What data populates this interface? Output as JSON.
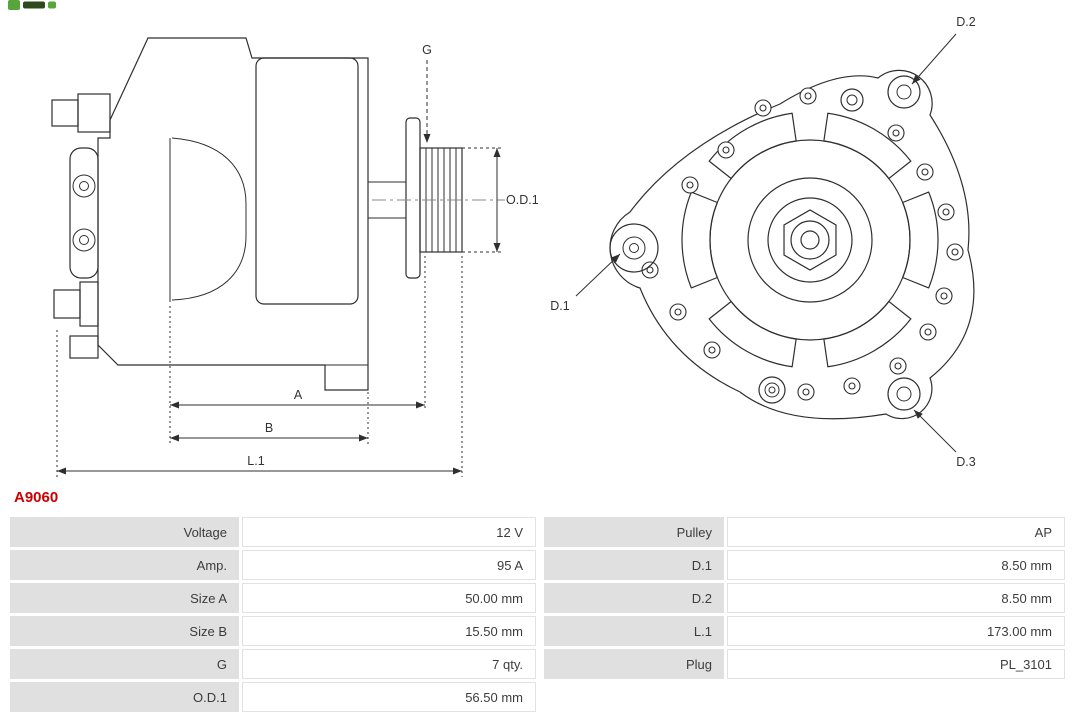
{
  "part_number": "A9060",
  "diagram": {
    "labels": {
      "g": "G",
      "od1": "O.D.1",
      "a": "A",
      "b": "B",
      "l1": "L.1",
      "d1": "D.1",
      "d2": "D.2",
      "d3": "D.3"
    }
  },
  "specs": {
    "left": [
      {
        "label": "Voltage",
        "value": "12 V"
      },
      {
        "label": "Amp.",
        "value": "95 A"
      },
      {
        "label": "Size A",
        "value": "50.00 mm"
      },
      {
        "label": "Size B",
        "value": "15.50 mm"
      },
      {
        "label": "G",
        "value": "7 qty."
      },
      {
        "label": "O.D.1",
        "value": "56.50 mm"
      }
    ],
    "right": [
      {
        "label": "Pulley",
        "value": "AP"
      },
      {
        "label": "D.1",
        "value": "8.50 mm"
      },
      {
        "label": "D.2",
        "value": "8.50 mm"
      },
      {
        "label": "L.1",
        "value": "173.00 mm"
      },
      {
        "label": "Plug",
        "value": "PL_3101"
      }
    ]
  },
  "colors": {
    "part_number": "#cc0000",
    "label_cell_bg": "#e0e0e0",
    "line": "#2f2f2f",
    "logo_green": "#57a639"
  }
}
